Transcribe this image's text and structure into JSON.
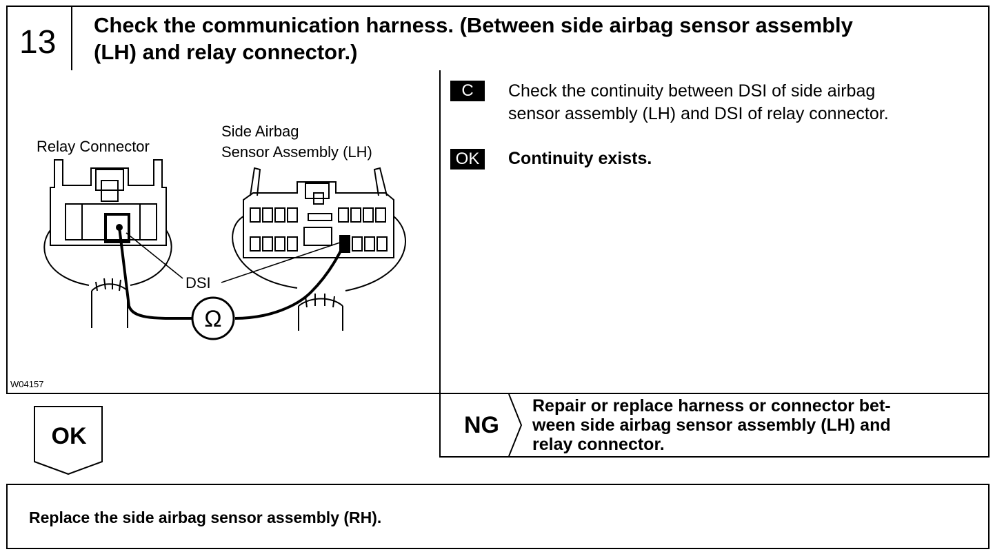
{
  "step": {
    "number": "13",
    "title_line1": "Check the communication harness. (Between side airbag sensor assembly",
    "title_line2": "(LH) and relay connector.)"
  },
  "figure": {
    "label_relay": "Relay Connector",
    "label_side_line1": "Side Airbag",
    "label_side_line2": "Sensor Assembly (LH)",
    "label_dsi": "DSI",
    "ohm_symbol": "Ω",
    "figure_id": "W04157"
  },
  "instructions": {
    "check_badge": "C",
    "check_line1": "Check the continuity between DSI of side airbag",
    "check_line2": "sensor assembly (LH) and DSI of relay connector.",
    "ok_badge": "OK",
    "ok_text": "Continuity exists."
  },
  "ng": {
    "label": "NG",
    "text_line1": "Repair or replace harness or connector bet-",
    "text_line2": "ween side airbag sensor assembly (LH) and",
    "text_line3": "relay connector."
  },
  "ok_branch": {
    "label": "OK"
  },
  "final": {
    "text": "Replace the side airbag sensor assembly (RH)."
  }
}
